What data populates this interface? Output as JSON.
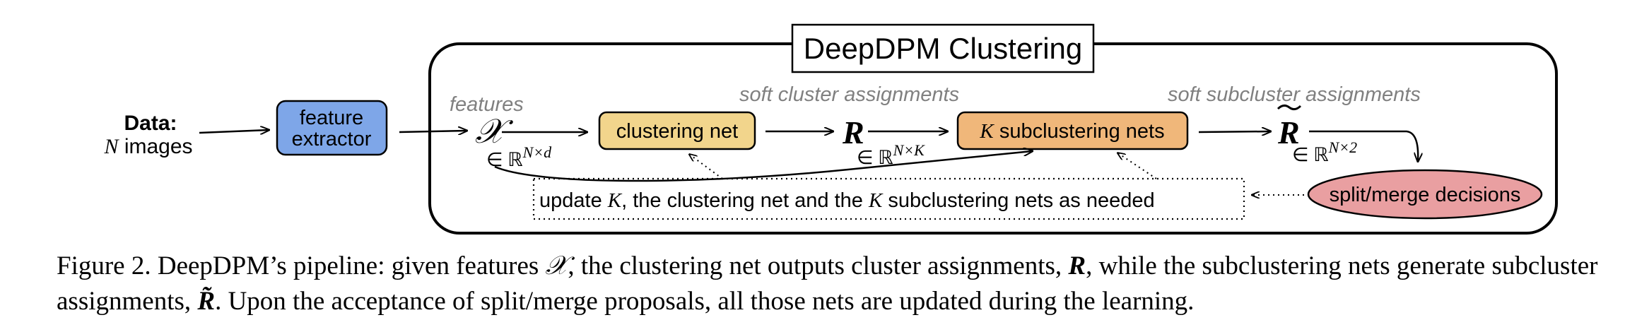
{
  "diagram": {
    "frame_title": "DeepDPM Clustering",
    "data_label_bold": "Data:",
    "data_label_n": "N",
    "data_label_rest": " images",
    "feature_extractor_line1": "feature",
    "feature_extractor_line2": "extractor",
    "features_label": "features",
    "x_symbol": "𝒳",
    "x_space": "∈ ℝ",
    "x_space_sup": "N×d",
    "clustering_net": "clustering net",
    "soft_cluster_label": "soft cluster assignments",
    "r_symbol": "R",
    "r_space": "∈ ℝ",
    "r_space_sup": "N×K",
    "subclustering_k": "K",
    "subclustering_rest": " subclustering nets",
    "soft_subcluster_label": "soft subcluster assignments",
    "rtilde_symbol": "R",
    "rtilde_space": "∈ ℝ",
    "rtilde_space_sup": "N×2",
    "split_merge": "split/merge decisions",
    "update_part1": "update ",
    "update_k1": "K",
    "update_part2": ",  the clustering net and the ",
    "update_k2": "K",
    "update_part3": " subclustering nets as needed"
  },
  "colors": {
    "feature_extractor": "#7ea6e8",
    "clustering_net": "#f2d58c",
    "subclustering_nets": "#f0b77a",
    "split_merge": "#e99fa1",
    "gray_label": "#808080"
  },
  "caption": {
    "p1": "Figure 2. DeepDPM’s pipeline: given features ",
    "x": "𝒳",
    "p2": ", the clustering net outputs cluster assignments, ",
    "r": "R",
    "p3": ", while the subclustering nets generate subcluster assignments, ",
    "rt": "R̃",
    "p4": ". Upon the acceptance of split/merge proposals, all those nets are updated during the learning."
  }
}
